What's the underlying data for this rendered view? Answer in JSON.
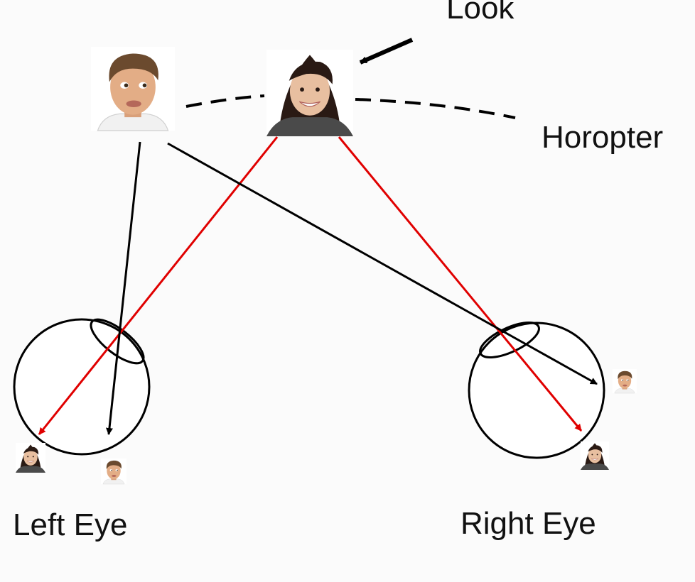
{
  "labels": {
    "look": "Look",
    "horopter": "Horopter",
    "left_eye": "Left Eye",
    "right_eye": "Right Eye"
  },
  "colors": {
    "fixation_ray": "#e00000",
    "offset_ray": "#000000",
    "horopter_curve": "#000000",
    "eye_outline": "#000000"
  },
  "figures": {
    "boy": "boy-face-icon",
    "girl": "girl-face-icon"
  }
}
